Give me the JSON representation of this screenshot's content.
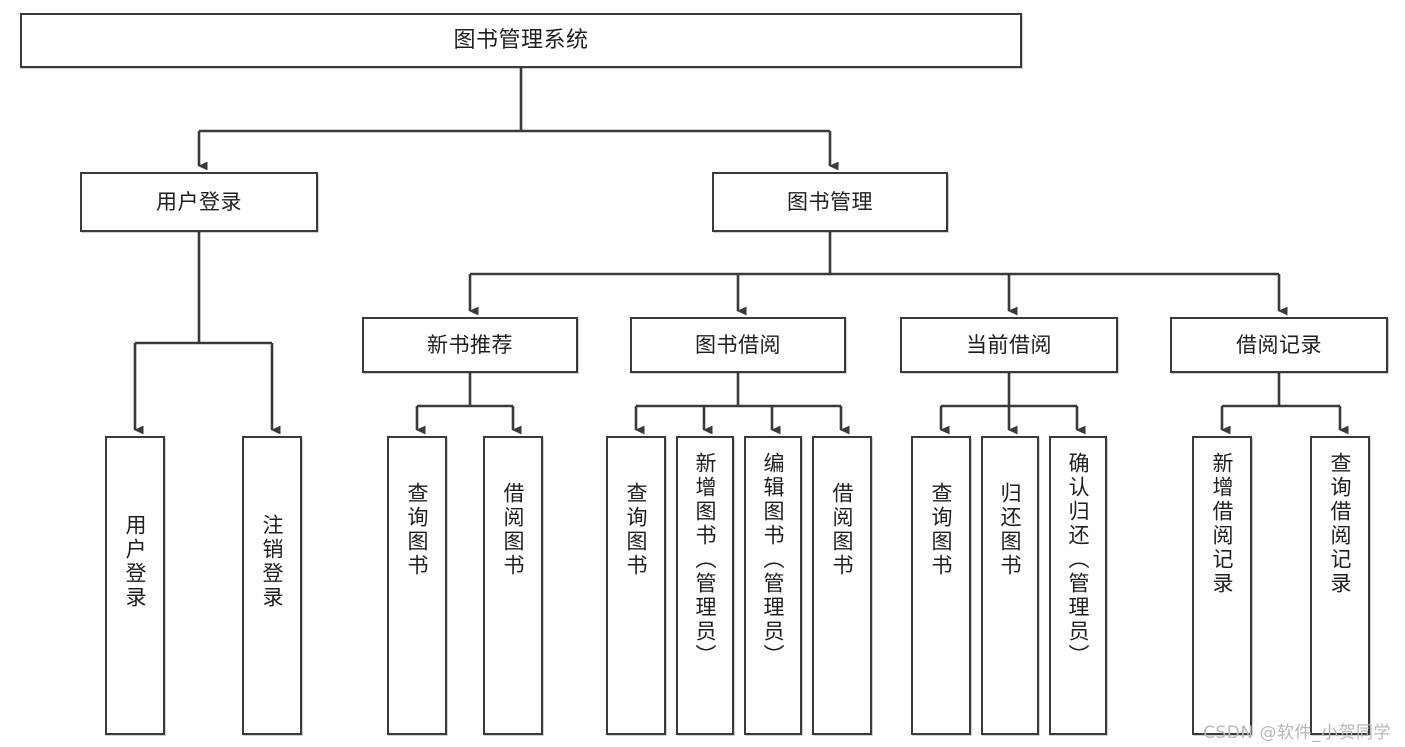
{
  "diagram": {
    "title": "图书管理系统",
    "type": "tree-hierarchy-chart",
    "orientation": "top-down",
    "stroke_color": "#3a3a3a",
    "background_color": "#ffffff",
    "text_color": "#1f1f1f"
  },
  "root": {
    "label": "图书管理系统"
  },
  "level2": [
    {
      "label": "用户登录"
    },
    {
      "label": "图书管理"
    }
  ],
  "level3": [
    {
      "label": "新书推荐"
    },
    {
      "label": "图书借阅"
    },
    {
      "label": "当前借阅"
    },
    {
      "label": "借阅记录"
    }
  ],
  "leaves": {
    "user_login": [
      {
        "label": "用户登录"
      },
      {
        "label": "注销登录"
      }
    ],
    "new_book_recommend": [
      {
        "label": "查询图书"
      },
      {
        "label": "借阅图书"
      }
    ],
    "book_borrow": [
      {
        "label": "查询图书"
      },
      {
        "label": "新增图书（管理员）"
      },
      {
        "label": "编辑图书（管理员）"
      },
      {
        "label": "借阅图书"
      }
    ],
    "current_borrow": [
      {
        "label": "查询图书"
      },
      {
        "label": "归还图书"
      },
      {
        "label": "确认归还（管理员）"
      }
    ],
    "borrow_record": [
      {
        "label": "新增借阅记录"
      },
      {
        "label": "查询借阅记录"
      }
    ]
  },
  "watermark": {
    "text": "CSDN @软件_小贺同学"
  }
}
